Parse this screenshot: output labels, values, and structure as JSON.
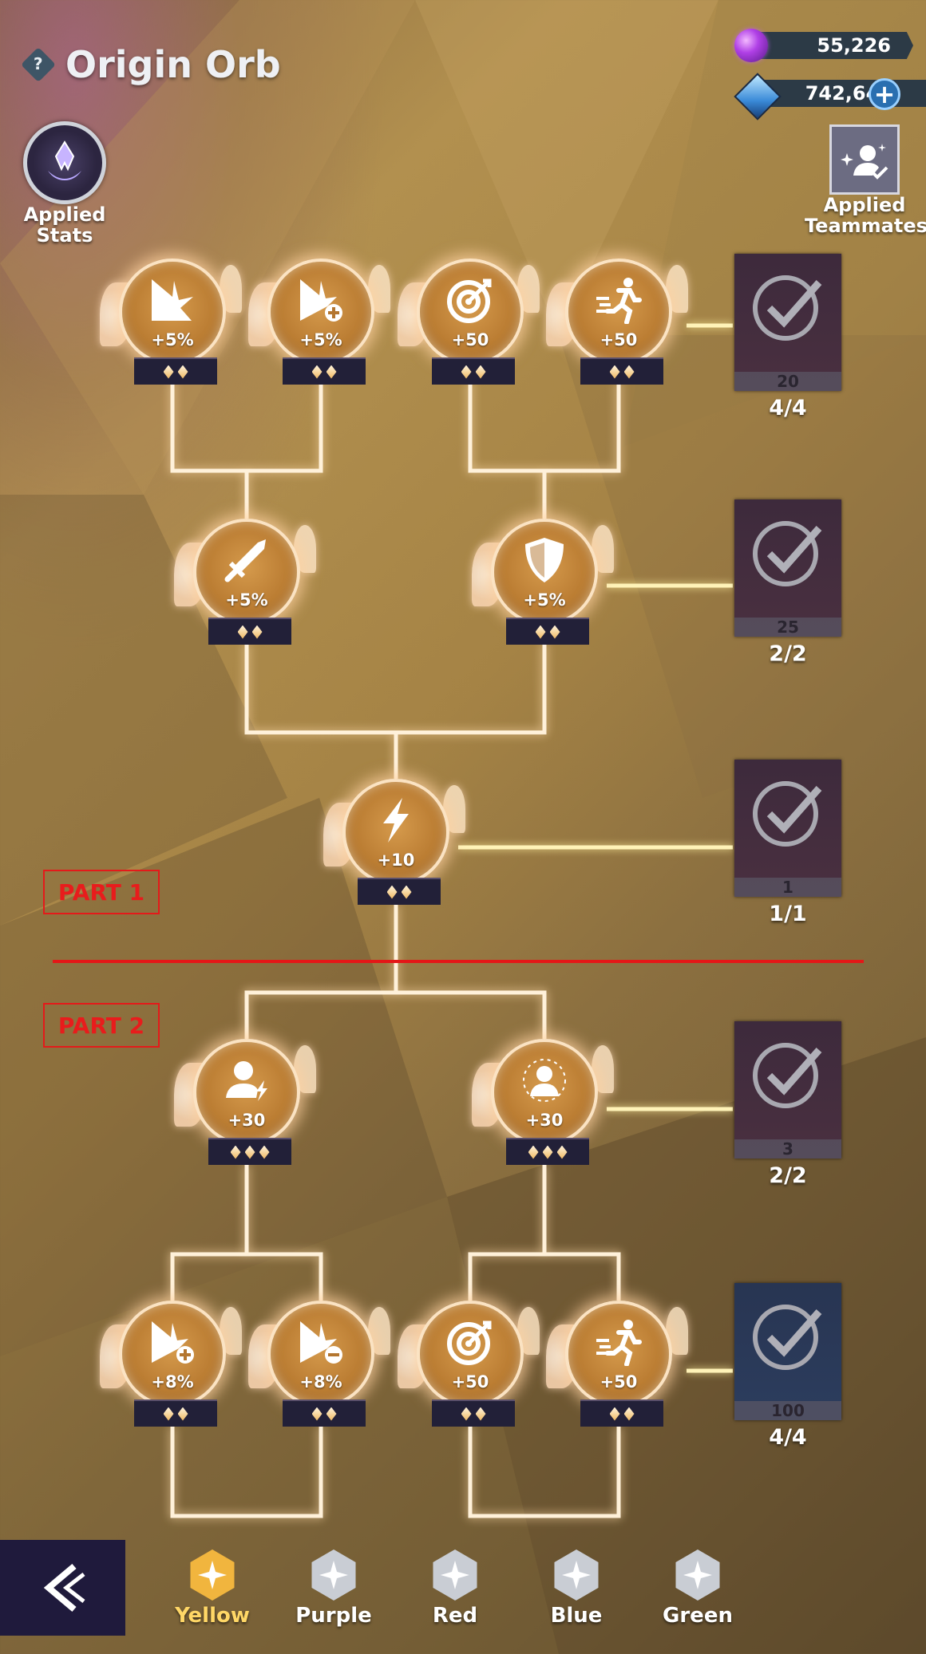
{
  "header": {
    "title": "Origin Orb",
    "help_icon": "question-icon"
  },
  "currencies": {
    "orbs": "55,226",
    "crystals": "742,640"
  },
  "applied_stats_label": "Applied Stats",
  "applied_teammates_label": "Applied Teammates",
  "part_labels": {
    "part1": "PART 1",
    "part2": "PART 2"
  },
  "nodes": {
    "r1": [
      {
        "icon": "impact-icon",
        "value": "+5%"
      },
      {
        "icon": "impact-plus-icon",
        "value": "+5%"
      },
      {
        "icon": "target-icon",
        "value": "+50"
      },
      {
        "icon": "running-icon",
        "value": "+50"
      }
    ],
    "r2": [
      {
        "icon": "sword-icon",
        "value": "+5%"
      },
      {
        "icon": "shield-icon",
        "value": "+5%"
      }
    ],
    "r3": [
      {
        "icon": "lightning-icon",
        "value": "+10"
      }
    ],
    "r4": [
      {
        "icon": "person-lightning-icon",
        "value": "+30"
      },
      {
        "icon": "person-aura-icon",
        "value": "+30"
      }
    ],
    "r5": [
      {
        "icon": "impact-plus-icon",
        "value": "+8%"
      },
      {
        "icon": "impact-minus-icon",
        "value": "+8%"
      },
      {
        "icon": "target-icon",
        "value": "+50"
      },
      {
        "icon": "running-icon",
        "value": "+50"
      }
    ]
  },
  "rewards": [
    {
      "amount": "20",
      "progress": "4/4"
    },
    {
      "amount": "25",
      "progress": "2/2"
    },
    {
      "amount": "1",
      "progress": "1/1"
    },
    {
      "amount": "3",
      "progress": "2/2"
    },
    {
      "amount": "100",
      "progress": "4/4"
    }
  ],
  "tabs": [
    {
      "label": "Yellow",
      "active": true
    },
    {
      "label": "Purple",
      "active": false
    },
    {
      "label": "Red",
      "active": false
    },
    {
      "label": "Blue",
      "active": false
    },
    {
      "label": "Green",
      "active": false
    }
  ],
  "colors": {
    "accent": "#ffd766",
    "connector": "#fff1da",
    "divider": "#e41717"
  }
}
